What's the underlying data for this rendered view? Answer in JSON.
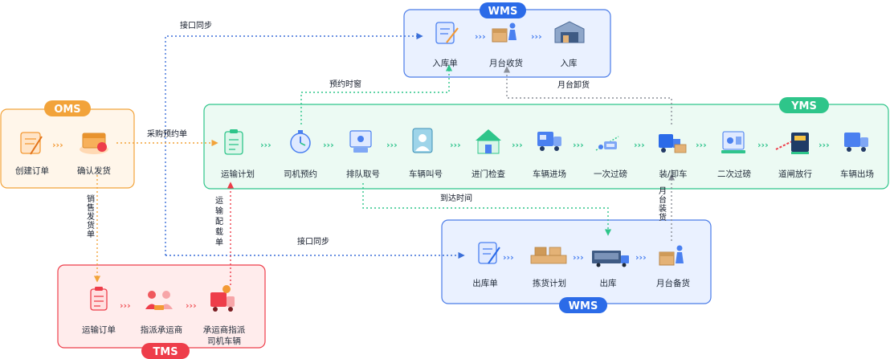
{
  "groups": {
    "wms_top": {
      "label": "WMS",
      "color": "#2b6be8",
      "steps": [
        "入库单",
        "月台收货",
        "入库"
      ]
    },
    "oms": {
      "label": "OMS",
      "color": "#f2a33a",
      "steps": [
        "创建订单",
        "确认发货"
      ]
    },
    "yms": {
      "label": "YMS",
      "color": "#2ec58a",
      "steps": [
        "运输计划",
        "司机预约",
        "排队取号",
        "车辆叫号",
        "进门检查",
        "车辆进场",
        "一次过磅",
        "装/卸车",
        "二次过磅",
        "道闸放行",
        "车辆出场"
      ]
    },
    "tms": {
      "label": "TMS",
      "color": "#ee3d4a",
      "steps": [
        "运输订单",
        "指派承运商",
        "承运商指派",
        "司机车辆"
      ]
    },
    "wms_bottom": {
      "label": "WMS",
      "color": "#2b6be8",
      "steps": [
        "出库单",
        "拣货计划",
        "出库",
        "月台备货"
      ]
    }
  },
  "connectors": {
    "interface_sync_top": "接口同步",
    "purchase_booking_order": "采购预约单",
    "booking_time_window": "预约时窗",
    "dock_unloading": "月台卸货",
    "sales_shipping_order": [
      "销",
      "售",
      "发",
      "货",
      "单"
    ],
    "transport_loading_order": [
      "运",
      "输",
      "配",
      "载",
      "单"
    ],
    "arrival_time": "到达时间",
    "dock_loading": [
      "月",
      "台",
      "装",
      "货"
    ],
    "interface_sync_bottom": "接口同步"
  },
  "colors": {
    "blue_line": "#3b6fd8",
    "orange_line": "#f2a33a",
    "red_line": "#ee3d4a",
    "green_line": "#2ec58a",
    "gray_line": "#8a8f98",
    "arrow_green": "#30c48d",
    "arrow_orange": "#f39a35",
    "arrow_blue": "#4a80f0",
    "arrow_red": "#f0585d"
  }
}
